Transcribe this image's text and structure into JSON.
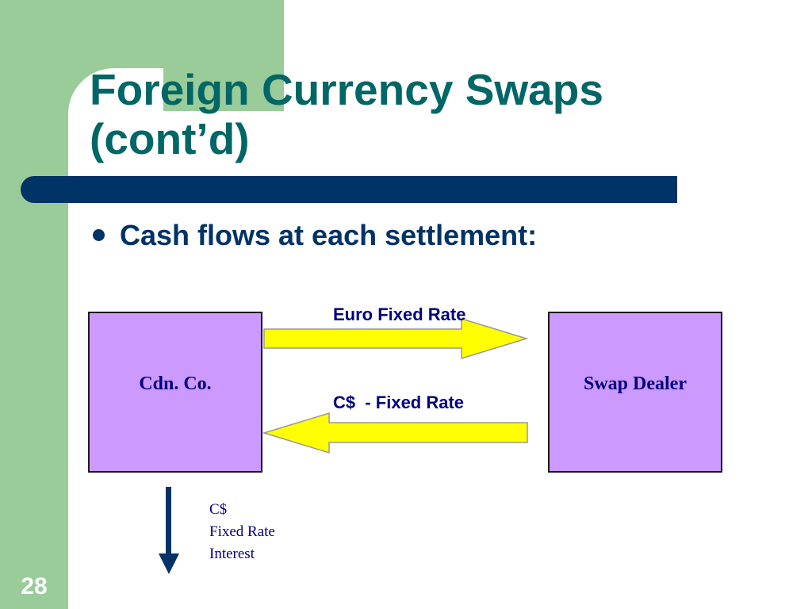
{
  "slide": {
    "title_line1": "Foreign Currency Swaps",
    "title_line2": "(cont’d)",
    "bullet": "Cash flows at each settlement:",
    "slide_number": "28"
  },
  "diagram": {
    "left_party": "Cdn. Co.",
    "right_party": "Swap Dealer",
    "top_flow_label": "Euro Fixed Rate",
    "bottom_flow_label": "C$  - Fixed Rate",
    "outflow_lines": [
      "C$",
      "Fixed Rate",
      "Interest"
    ]
  },
  "colors": {
    "title": "#006666",
    "navy": "#003366",
    "label": "#000080",
    "box_fill": "#cc99ff",
    "arrow_fill": "#ffff00",
    "sidebar_green": "#99cc99"
  }
}
